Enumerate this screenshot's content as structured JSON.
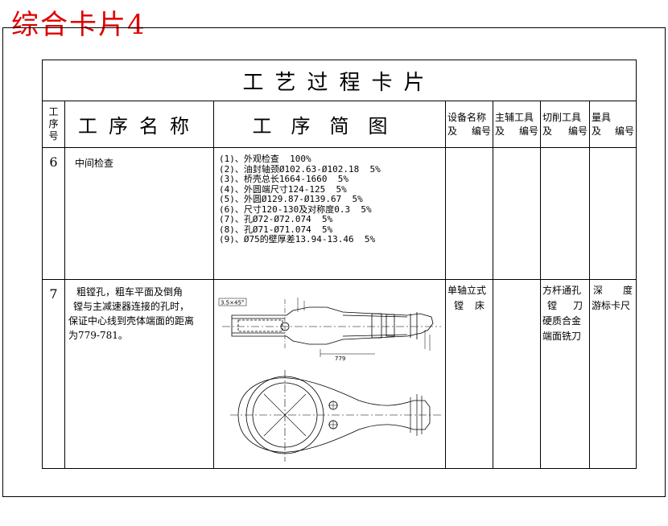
{
  "card_label": "综合卡片4",
  "title": "工艺过程卡片",
  "headers": {
    "seq": [
      "工",
      "序",
      "号"
    ],
    "name": "工序名称",
    "diagram": "工序简图",
    "equipment": [
      "设备名称",
      "及",
      "编号"
    ],
    "aux_tool": [
      "主辅工具",
      "及",
      "编号"
    ],
    "cut_tool": [
      "切削工具",
      "及",
      "编号"
    ],
    "gauge": [
      "量具",
      "及",
      "编号"
    ]
  },
  "rows": [
    {
      "seq": "6",
      "name": "中间检查",
      "items": [
        "(1)、外观检查  100%",
        "(2)、油封轴颈Ø102.63-Ø102.18  5%",
        "(3)、桥壳总长1664-1660  5%",
        "(4)、外圆端尺寸124-125  5%",
        "(5)、外圆Ø129.87-Ø139.67  5%",
        "(6)、尺寸120-130及对称度0.3  5%",
        "(7)、孔Ø72-Ø72.074  5%",
        "(8)、孔Ø71-Ø71.074  5%",
        "(9)、Ø75的壁厚差13.94-13.46  5%"
      ]
    },
    {
      "seq": "7",
      "name_lines": [
        "粗镗孔，粗车平面及倒角",
        "镗与主减速器连接的孔时，",
        "保证中心线到壳体端面的距离",
        "为779-781。"
      ],
      "equipment": [
        "单轴立式",
        "镗",
        "床"
      ],
      "cut_tool": [
        "方杆通孔",
        "镗",
        "刀",
        "硬质合金",
        "端面铣刀"
      ],
      "gauge": [
        "深",
        "度",
        "游标卡尺"
      ],
      "dim_chamfer": "3.5×45°",
      "dim_length": "779"
    }
  ]
}
